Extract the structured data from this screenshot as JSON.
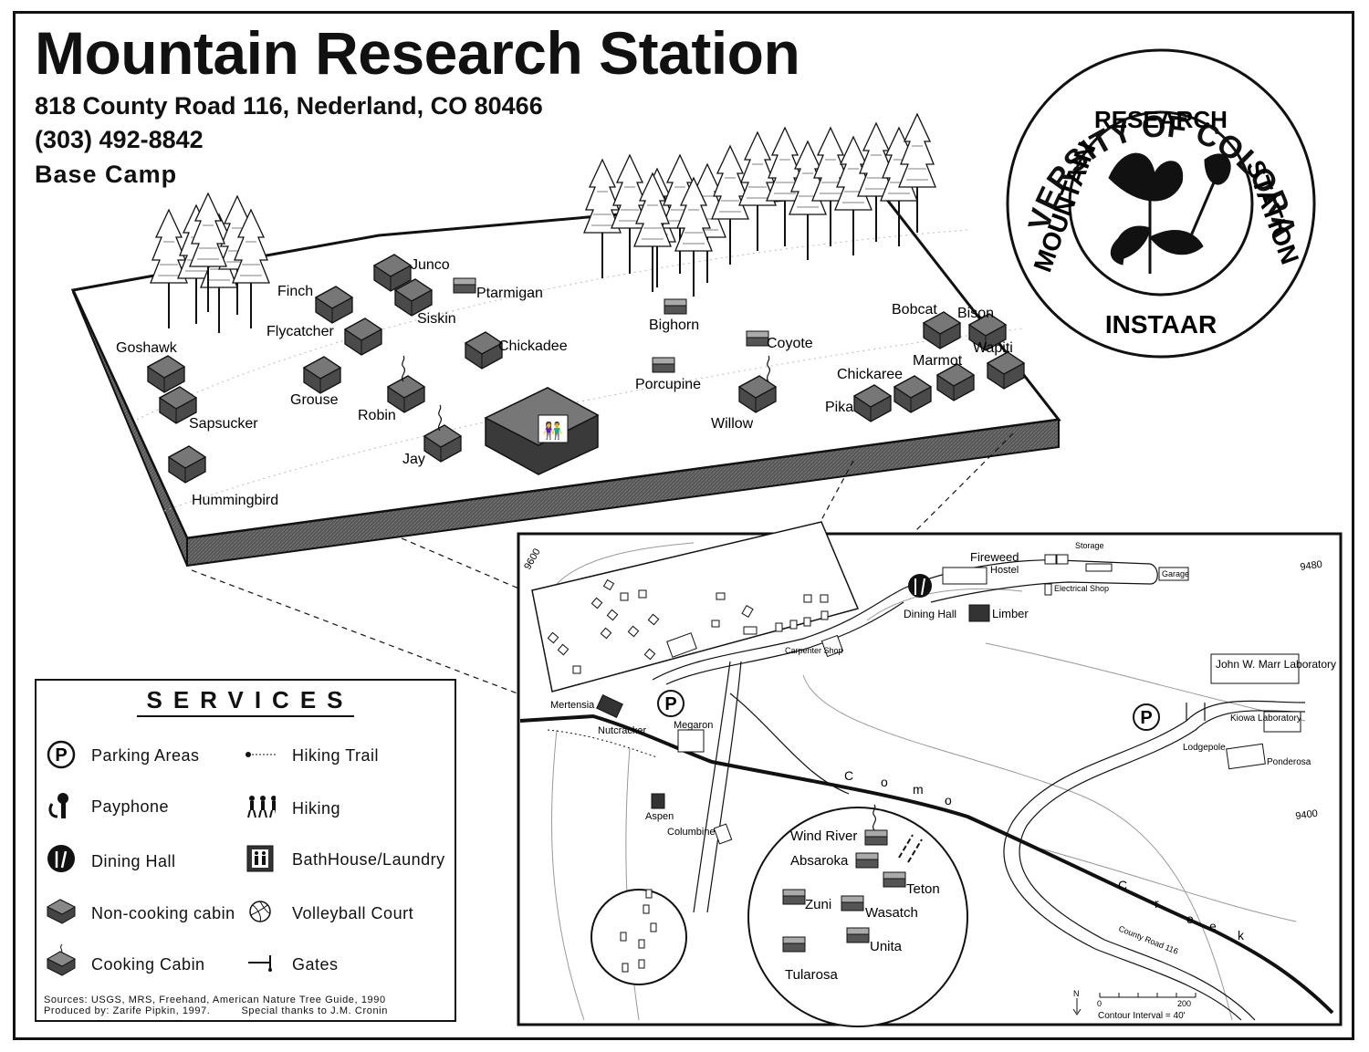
{
  "header": {
    "title": "Mountain Research Station",
    "address": "818 County Road 116, Nederland, CO 80466",
    "phone": "(303) 492-8842",
    "subtitle": "Base Camp"
  },
  "seal": {
    "top": "UNIVERSITY OF COLORADO",
    "middle": "RESEARCH",
    "left": "MOUNTAIN",
    "right": "STATION",
    "bottom": "INSTAAR"
  },
  "base_camp_cabins": [
    "Junco",
    "Finch",
    "Ptarmigan",
    "Siskin",
    "Flycatcher",
    "Goshawk",
    "Chickadee",
    "Grouse",
    "Robin",
    "Sapsucker",
    "Jay",
    "Hummingbird",
    "Bighorn",
    "Porcupine",
    "Coyote",
    "Willow",
    "Bobcat",
    "Bison",
    "Wapiti",
    "Marmot",
    "Chickaree",
    "Pika"
  ],
  "site_map": {
    "contours": [
      "9600",
      "9480",
      "9400"
    ],
    "buildings": [
      "Fireweed",
      "Hostel",
      "Storage",
      "Garage",
      "Electrical Shop",
      "Dining Hall",
      "Limber",
      "Carpenter Shop",
      "John W. Marr Laboratory",
      "Kiowa Laboratory",
      "Lodgepole",
      "Ponderosa",
      "Mertensia",
      "Nutcracker",
      "Megaron",
      "Aspen",
      "Columbine"
    ],
    "inset_cabins": [
      "Wind River",
      "Absaroka",
      "Teton",
      "Zuni",
      "Wasatch",
      "Unita",
      "Tularosa"
    ],
    "creek_letters": [
      "C",
      "o",
      "m",
      "o",
      "C",
      "r",
      "e",
      "e",
      "k"
    ],
    "road_label": "County Road 116",
    "north": "N",
    "scale_ticks": [
      "0",
      "200"
    ],
    "contour_interval": "Contour Interval = 40'"
  },
  "services": {
    "title": "SERVICES",
    "items": [
      {
        "label": "Parking Areas",
        "icon": "parking-icon"
      },
      {
        "label": "Hiking Trail",
        "icon": "hiking-trail-icon"
      },
      {
        "label": "Payphone",
        "icon": "payphone-icon"
      },
      {
        "label": "Hiking",
        "icon": "hiking-icon"
      },
      {
        "label": "Dining Hall",
        "icon": "dining-hall-icon"
      },
      {
        "label": "BathHouse/Laundry",
        "icon": "bathhouse-icon"
      },
      {
        "label": "Non-cooking cabin",
        "icon": "non-cooking-cabin-icon"
      },
      {
        "label": "Volleyball Court",
        "icon": "volleyball-icon"
      },
      {
        "label": "Cooking Cabin",
        "icon": "cooking-cabin-icon"
      },
      {
        "label": "Gates",
        "icon": "gate-icon"
      }
    ],
    "parking_symbol": "P",
    "sources": "Sources: USGS, MRS, Freehand, American Nature Tree Guide, 1990",
    "produced": "Produced by: Zarife Pipkin, 1997.",
    "thanks": "Special thanks to J.M. Cronin"
  }
}
